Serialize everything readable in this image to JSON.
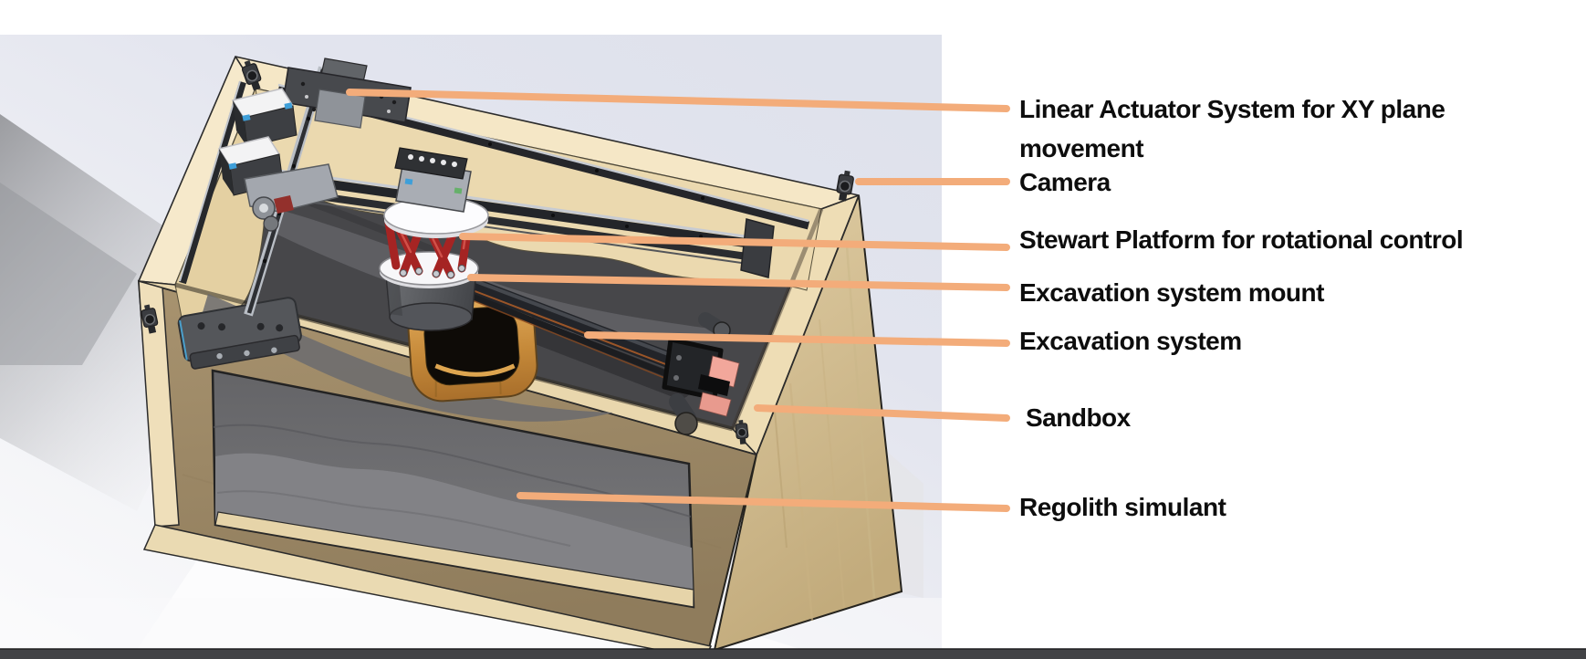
{
  "diagram": {
    "description": "Labeled CAD rendering of a sandbox excavation testbed",
    "labels": [
      {
        "id": "linear-actuator",
        "text": "Linear Actuator System for XY plane\nmovement"
      },
      {
        "id": "camera",
        "text": "Camera"
      },
      {
        "id": "stewart-platform",
        "text": "Stewart Platform for rotational control"
      },
      {
        "id": "excavation-mount",
        "text": "Excavation system mount"
      },
      {
        "id": "excavation-system",
        "text": "Excavation system"
      },
      {
        "id": "sandbox",
        "text": "Sandbox"
      },
      {
        "id": "regolith",
        "text": "Regolith simulant"
      }
    ],
    "colors": {
      "leader_line": "#F3AC7A",
      "label_text": "#0d0d0d",
      "wood_rim": "#F2E3C1",
      "wood_side": "#D6C299",
      "wood_front": "#A28D6C",
      "regolith_interior": "#47474A",
      "regolith_window": "#6C6C6F",
      "stewart_red": "#A52423",
      "bucket_copper": "#C58939",
      "pad_salmon": "#F2A79B",
      "sky_background": "#E2E4EE",
      "bottom_bar": "#424346"
    }
  }
}
